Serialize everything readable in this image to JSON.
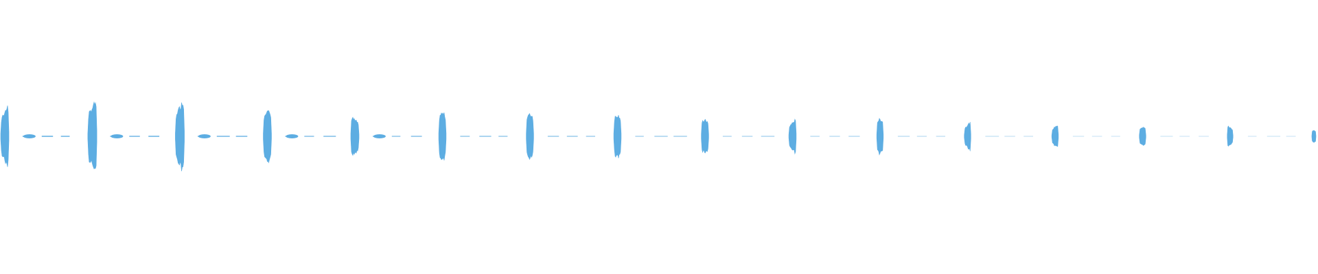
{
  "waveform": {
    "color": "#5dade2",
    "background": "#ffffff",
    "bursts": [
      {
        "amplitude": 1.0,
        "width": 0.5,
        "shape": "taper-up"
      },
      {
        "amplitude": 1.17,
        "width": 0.55,
        "shape": "taper-up"
      },
      {
        "amplitude": 1.18,
        "width": 0.55,
        "shape": "taper-up"
      },
      {
        "amplitude": 0.78,
        "width": 0.5,
        "shape": "flat"
      },
      {
        "amplitude": 0.62,
        "width": 0.5,
        "shape": "taper-down"
      },
      {
        "amplitude": 0.72,
        "width": 0.45,
        "shape": "flat"
      },
      {
        "amplitude": 0.68,
        "width": 0.45,
        "shape": "flat"
      },
      {
        "amplitude": 0.66,
        "width": 0.45,
        "shape": "flat"
      },
      {
        "amplitude": 0.5,
        "width": 0.45,
        "shape": "flat"
      },
      {
        "amplitude": 0.55,
        "width": 0.45,
        "shape": "taper-up"
      },
      {
        "amplitude": 0.53,
        "width": 0.4,
        "shape": "flat"
      },
      {
        "amplitude": 0.46,
        "width": 0.4,
        "shape": "taper-up"
      },
      {
        "amplitude": 0.38,
        "width": 0.4,
        "shape": "taper-up"
      },
      {
        "amplitude": 0.28,
        "width": 0.4,
        "shape": "flat"
      },
      {
        "amplitude": 0.33,
        "width": 0.35,
        "shape": "taper-down"
      },
      {
        "amplitude": 0.18,
        "width": 0.25,
        "shape": "flat"
      }
    ],
    "gap_noise_level": 0.03
  }
}
